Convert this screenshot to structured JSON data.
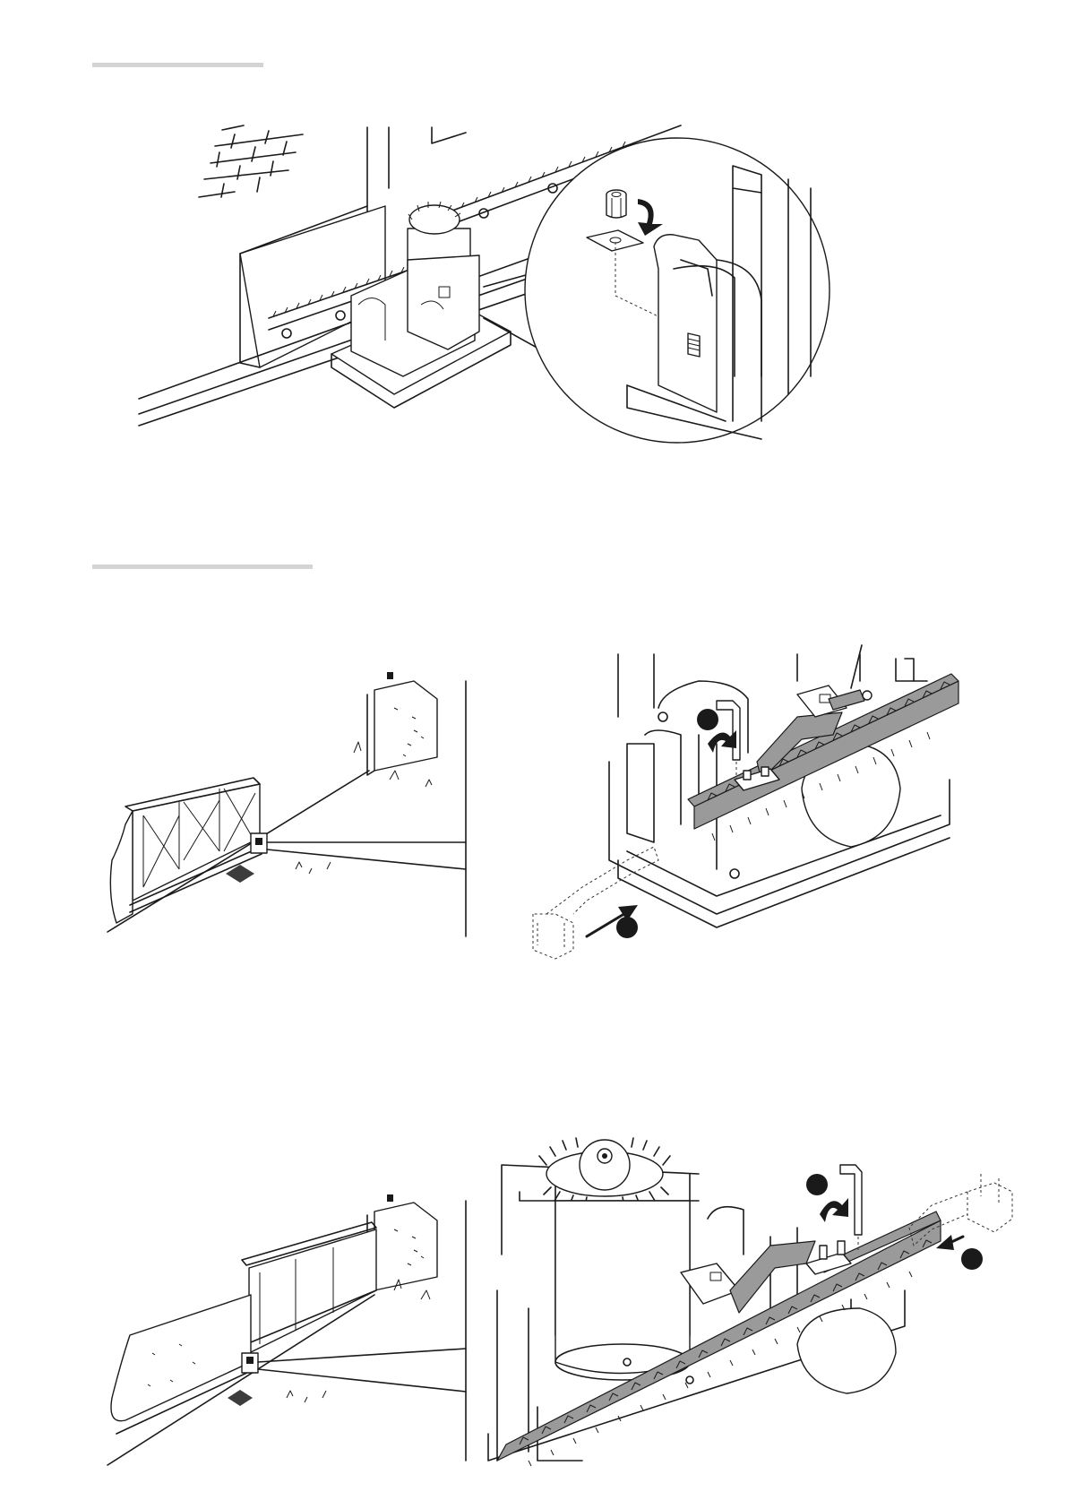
{
  "page": {
    "background": "#ffffff",
    "rule_color": "#d4d4d4",
    "ink_color": "#1a1a1a",
    "rack_color": "#9a9a9a"
  },
  "figures": [
    {
      "id": "fig1",
      "description_icon": "sliding-gate-motor-with-magnified-screw-detail"
    },
    {
      "id": "fig2",
      "description_icon": "gate-closed-position-and-limit-switch-bracket-detail"
    },
    {
      "id": "fig3",
      "description_icon": "gate-open-position-and-limit-switch-bracket-detail"
    }
  ]
}
